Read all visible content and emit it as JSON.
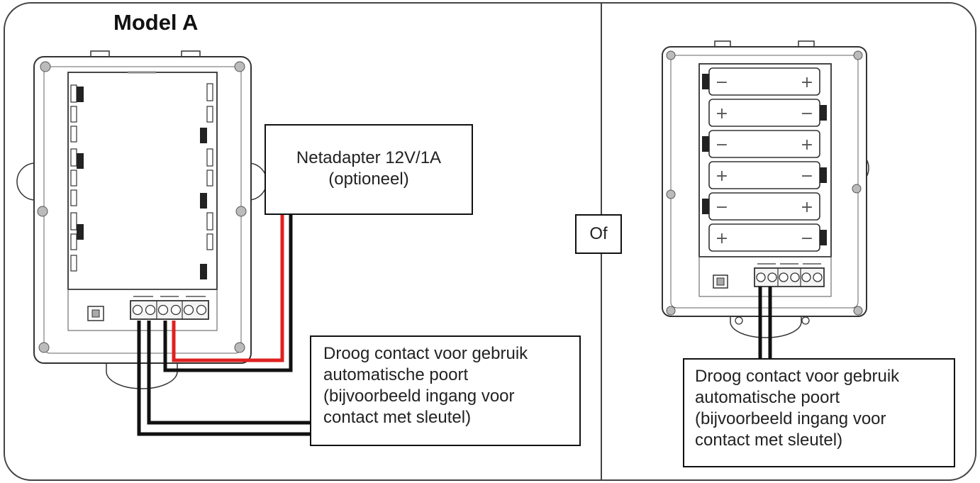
{
  "left_panel": {
    "title": "Model A",
    "power_adapter": {
      "lines": [
        "Netadapter 12V/1A",
        "(optioneel)"
      ]
    },
    "dry_contact": {
      "lines": [
        "Droog contact voor gebruik",
        "automatische poort",
        "(bijvoorbeeld ingang voor",
        "contact met sleutel)"
      ]
    },
    "wire_colors": {
      "power_positive": "#e02020",
      "power_negative": "#111111",
      "contact": "#111111"
    }
  },
  "divider": {
    "label": "Of"
  },
  "right_panel": {
    "dry_contact": {
      "lines": [
        "Droog contact voor gebruik",
        "automatische poort",
        "(bijvoorbeeld ingang voor",
        "contact met sleutel)"
      ]
    },
    "battery_cell_count": 6,
    "battery_cells": [
      {
        "left": "−",
        "right": "+"
      },
      {
        "left": "+",
        "right": "−"
      },
      {
        "left": "−",
        "right": "+"
      },
      {
        "left": "+",
        "right": "−"
      },
      {
        "left": "−",
        "right": "+"
      },
      {
        "left": "+",
        "right": "−"
      }
    ]
  }
}
